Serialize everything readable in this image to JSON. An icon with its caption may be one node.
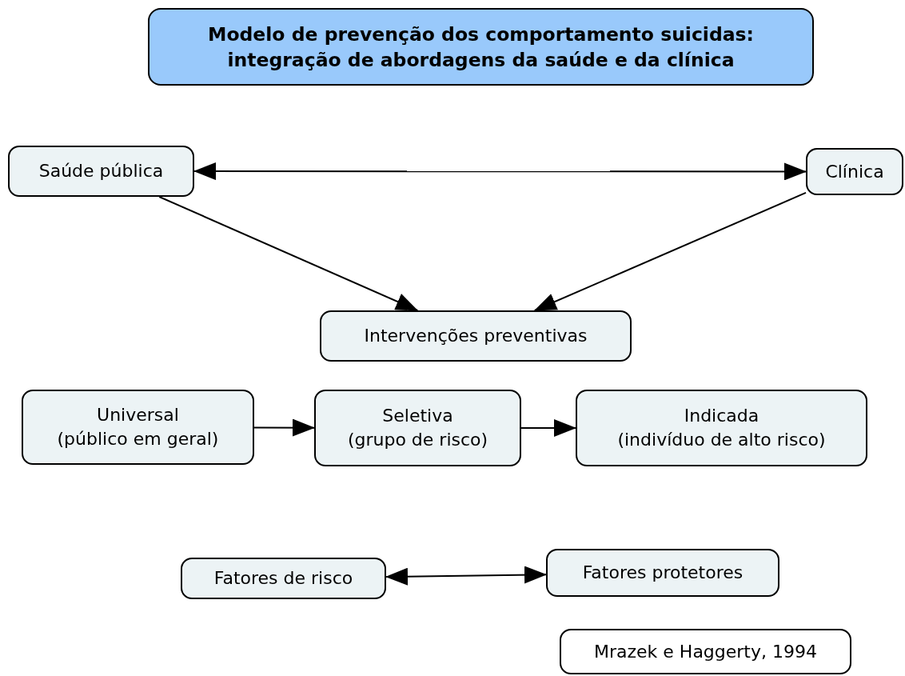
{
  "diagram": {
    "title": "Modelo de prevenção dos comportamento suicidas: integração de abordagens da saúde e da clínica",
    "nodes": [
      {
        "text": [
          "Saúde pública"
        ]
      },
      {
        "text": [
          "Clínica"
        ]
      },
      {
        "text": [
          "Intervenções preventivas"
        ]
      },
      {
        "text": [
          "Universal",
          "(público em geral)"
        ]
      },
      {
        "text": [
          "Seletiva",
          "(grupo de risco)"
        ]
      },
      {
        "text": [
          "Indicada",
          "(indivíduo de alto risco)"
        ]
      },
      {
        "text": [
          "Fatores de risco"
        ]
      },
      {
        "text": [
          "Fatores protetores"
        ]
      },
      {
        "text": [
          "Mrazek e Haggerty, 1994"
        ]
      }
    ],
    "edges": [
      {
        "from": 0,
        "to": 1,
        "arrow": "both"
      },
      {
        "from": 0,
        "to": 2,
        "arrow": "to"
      },
      {
        "from": 1,
        "to": 2,
        "arrow": "to"
      },
      {
        "from": 3,
        "to": 4,
        "arrow": "to"
      },
      {
        "from": 4,
        "to": 5,
        "arrow": "to"
      },
      {
        "from": 6,
        "to": 7,
        "arrow": "both"
      }
    ]
  }
}
